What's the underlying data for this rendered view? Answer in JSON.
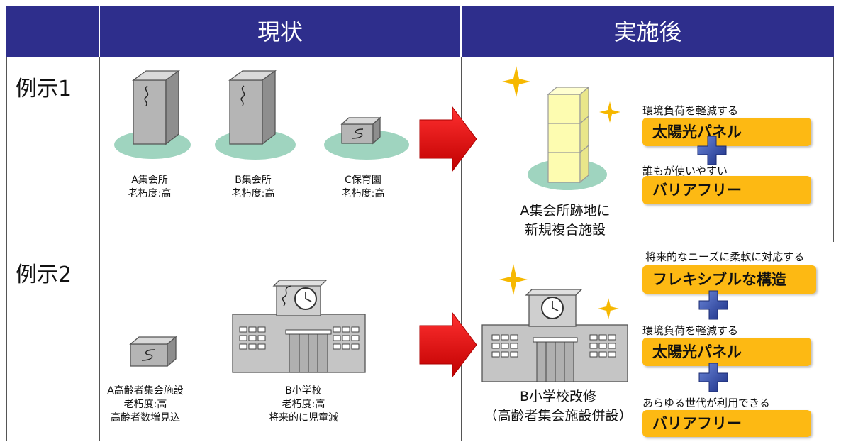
{
  "header": {
    "col_current": "現状",
    "col_after": "実施後"
  },
  "rows": [
    {
      "label": "例示1",
      "current": [
        {
          "name": "A集会所",
          "condition": "老朽度:高"
        },
        {
          "name": "B集会所",
          "condition": "老朽度:高"
        },
        {
          "name": "C保育園",
          "condition": "老朽度:高"
        }
      ],
      "after": {
        "caption_line1": "A集会所跡地に",
        "caption_line2": "新規複合施設"
      },
      "features": [
        {
          "note": "環境負荷を軽減する",
          "title": "太陽光パネル"
        },
        {
          "note": "誰もが使いやすい",
          "title": "バリアフリー"
        }
      ]
    },
    {
      "label": "例示2",
      "current": [
        {
          "name": "A高齢者集会施設",
          "condition": "老朽度:高",
          "extra": "高齢者数増見込"
        },
        {
          "name": "B小学校",
          "condition": "老朽度:高",
          "extra": "将来的に児童減"
        }
      ],
      "after": {
        "caption_line1": "B小学校改修",
        "caption_line2": "（高齢者集会施設併設）"
      },
      "features": [
        {
          "note": "将来的なニーズに柔軟に対応する",
          "title": "フレキシブルな構造"
        },
        {
          "note": "環境負荷を軽減する",
          "title": "太陽光パネル"
        },
        {
          "note": "あらゆる世代が利用できる",
          "title": "バリアフリー"
        }
      ]
    }
  ],
  "colors": {
    "header_bg": "#2e2e8c",
    "header_text": "#ffffff",
    "feature_box": "#fdb913",
    "arrow": "#e00000",
    "plus": "#2a3f9c",
    "sparkle": "#f6b800",
    "ground": "#9fd4bf",
    "building_gray": "#b0b0b0",
    "new_building": "#fdfcb0"
  },
  "icons": [
    "building-icon",
    "school-icon",
    "clock-icon",
    "arrow-right-icon",
    "plus-icon",
    "sparkle-icon"
  ]
}
